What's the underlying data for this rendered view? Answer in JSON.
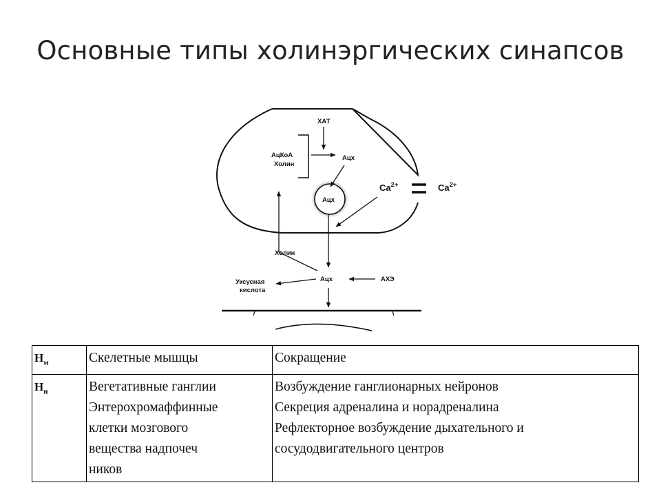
{
  "title": "Основные типы холинэргических синапсов",
  "diagram": {
    "labels": {
      "hat": "ХАТ",
      "acetyl_coa": "АцКоА",
      "choline_top": "Холин",
      "ach_top": "Ацх",
      "vesicle_ach": "Ацх",
      "ca_in": "Ca",
      "ca_out": "Ca",
      "ca_charge": "2+",
      "choline_reuptake": "Холин",
      "ach_cleft": "Ацх",
      "ache": "АХЭ",
      "acetic_acid_line1": "Уксусная",
      "acetic_acid_line2": "кислота"
    }
  },
  "table": {
    "rows": [
      {
        "receptor": "Н",
        "receptor_sub": "м",
        "location": [
          "Скелетные мышцы"
        ],
        "effect": [
          "Сокращение"
        ]
      },
      {
        "receptor": "Н",
        "receptor_sub": "н",
        "location": [
          "Вегетативные ганглии",
          "Энтерохромаффинные",
          "клетки мозгового",
          "вещества надпочеч",
          "ников"
        ],
        "effect": [
          "Возбуждение ганглионарных нейронов",
          "Секреция адреналина и норадреналина",
          "Рефлекторное возбуждение дыхательного и",
          "сосудодвигательного центров"
        ]
      }
    ]
  }
}
